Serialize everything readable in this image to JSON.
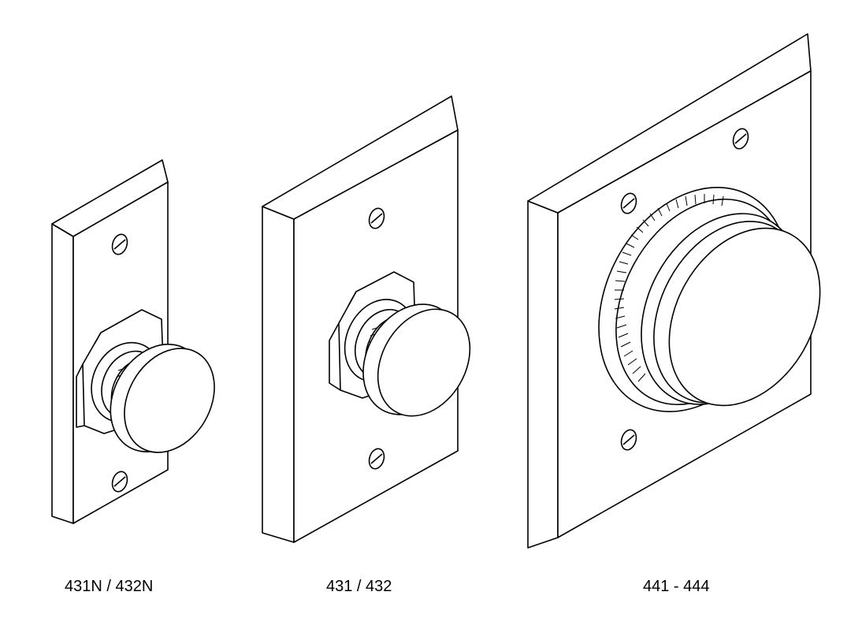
{
  "labels": {
    "model_1": "431N / 432N",
    "model_2": "431 / 432",
    "model_3": "441 - 444"
  },
  "colors": {
    "line": "#000000",
    "background": "#ffffff"
  }
}
